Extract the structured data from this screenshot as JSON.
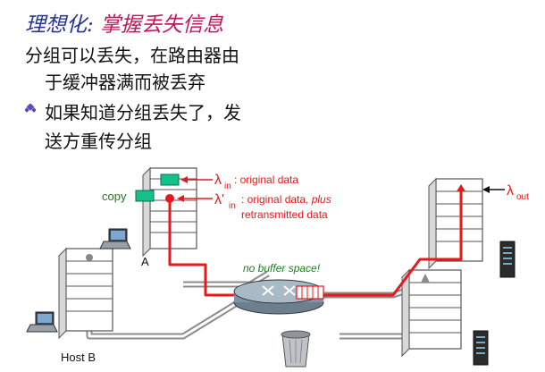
{
  "title": {
    "prefix": "理想化:",
    "text": "掌握丢失信息"
  },
  "body": {
    "line1": "分组可以丢失，在路由器由",
    "line2": "于缓冲器满而被丢弃",
    "bullet_line1": "如果知道分组丢失了，发",
    "bullet_line2": "送方重传分组"
  },
  "diagram": {
    "copy_label": "copy",
    "host_a_label": "A",
    "host_b_label": "Host B",
    "lambda_in_symbol": "λ",
    "lambda_in_sub": "in",
    "lambda_in_text": ": original data",
    "lambda_in_prime_symbol": "λ'",
    "lambda_in_prime_sub": "in",
    "lambda_in_prime_text": ": original data, ",
    "lambda_in_prime_plus": "plus",
    "lambda_in_prime_text2": "retransmitted data",
    "lambda_out_symbol": "λ",
    "lambda_out_sub": "out",
    "router_label": "no buffer space!",
    "colors": {
      "red": "#e8181c",
      "green": "#1a7f1a",
      "teal": "#16c08a"
    }
  }
}
